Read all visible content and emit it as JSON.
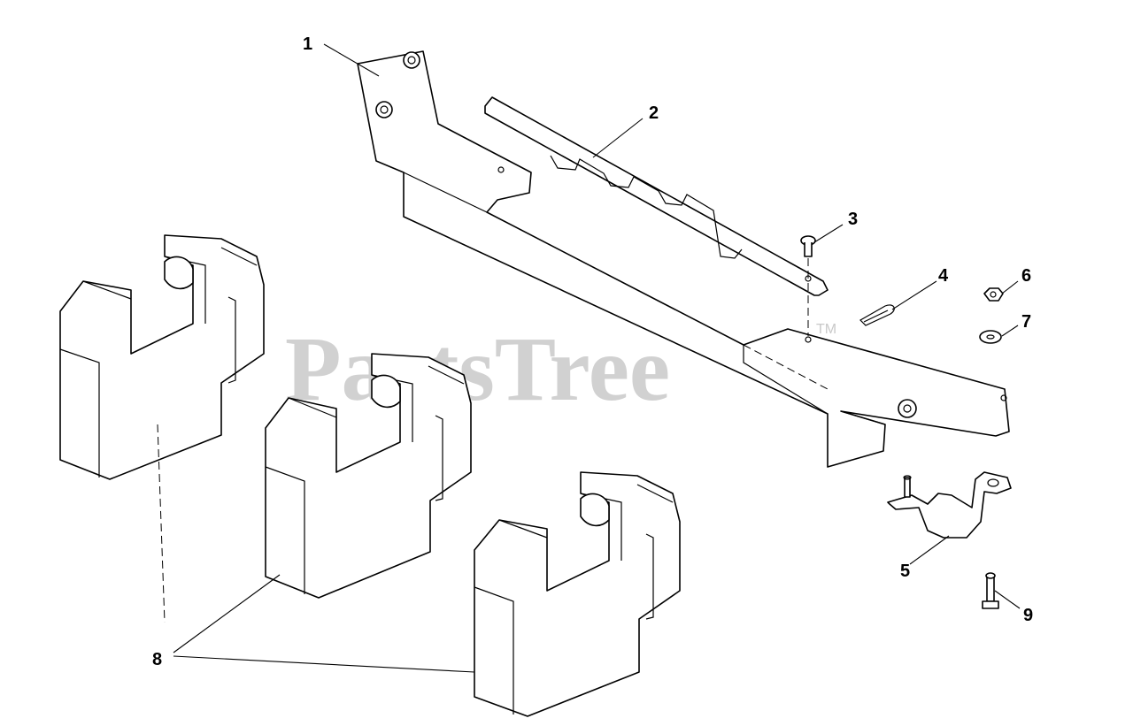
{
  "watermark": {
    "text": "PartsTree",
    "tm": "TM"
  },
  "callouts": {
    "c1": "1",
    "c2": "2",
    "c3": "3",
    "c4": "4",
    "c5": "5",
    "c6": "6",
    "c7": "7",
    "c8": "8",
    "c9": "9"
  },
  "colors": {
    "line": "#000000",
    "watermark": "#c9c9c9",
    "background": "#ffffff"
  }
}
